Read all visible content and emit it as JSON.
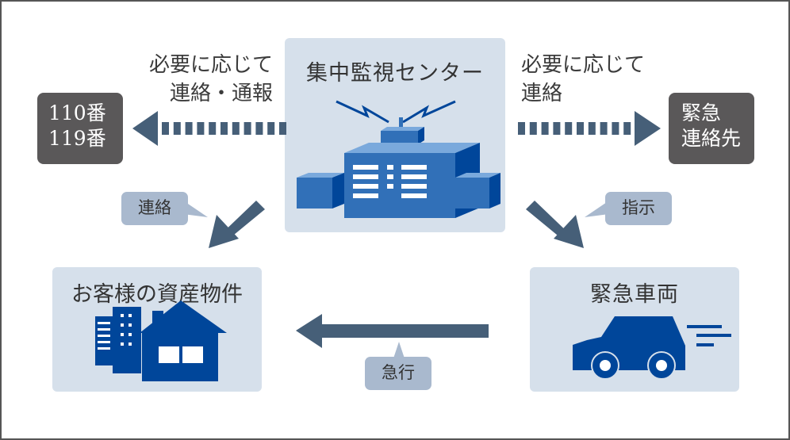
{
  "diagram": {
    "center": {
      "title": "集中監視センター",
      "icon": "monitoring-center-building-icon"
    },
    "customer": {
      "title": "お客様の資産物件",
      "icon": "buildings-and-house-icon"
    },
    "vehicle": {
      "title": "緊急車両",
      "icon": "emergency-car-icon"
    },
    "police_fire": {
      "lines": [
        "110番",
        "119番"
      ]
    },
    "emergency_contacts": {
      "lines": [
        "緊急",
        "連絡先"
      ]
    },
    "left_note": {
      "lines": [
        "必要に応じて",
        "連絡・通報"
      ]
    },
    "right_note": {
      "lines": [
        "必要に応じて",
        "連絡"
      ]
    },
    "bubbles": {
      "contact": "連絡",
      "instruct": "指示",
      "rush": "急行"
    },
    "colors": {
      "panel_bg": "#d6e0eb",
      "dark_box": "#5a5859",
      "arrow": "#465f78",
      "bubble": "#a9b9ce",
      "icon_dark": "#00469a",
      "icon_mid": "#3170b8",
      "icon_light": "#7aa9dc"
    }
  }
}
